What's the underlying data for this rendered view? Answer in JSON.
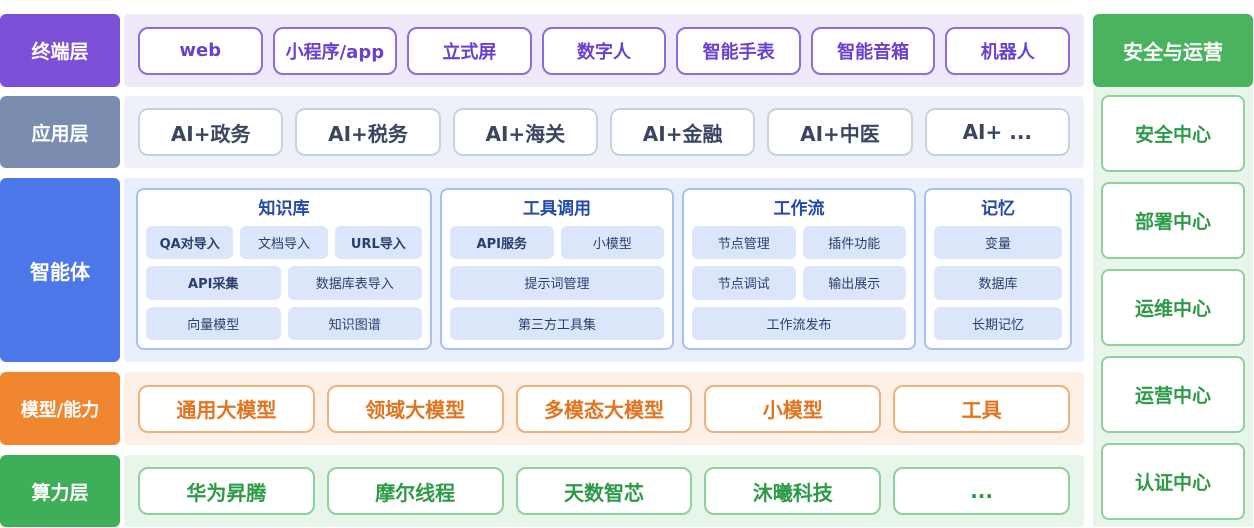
{
  "layers": {
    "terminal": {
      "label": "终端层",
      "items": [
        "web",
        "小程序/app",
        "立式屏",
        "数字人",
        "智能手表",
        "智能音箱",
        "机器人"
      ]
    },
    "application": {
      "label": "应用层",
      "items": [
        "AI+政务",
        "AI+税务",
        "AI+海关",
        "AI+金融",
        "AI+中医",
        "AI+ ..."
      ]
    },
    "agent": {
      "label": "智能体",
      "knowledge_base": {
        "title": "知识库",
        "items": [
          "QA对导入",
          "文档导入",
          "URL导入",
          "API采集",
          "数据库表导入",
          "向量模型",
          "知识图谱"
        ]
      },
      "tool_call": {
        "title": "工具调用",
        "items": [
          "API服务",
          "小模型",
          "提示词管理",
          "第三方工具集"
        ]
      },
      "workflow": {
        "title": "工作流",
        "items": [
          "节点管理",
          "插件功能",
          "节点调试",
          "输出展示",
          "工作流发布"
        ]
      },
      "memory": {
        "title": "记忆",
        "items": [
          "变量",
          "数据库",
          "长期记忆"
        ]
      }
    },
    "model": {
      "label": "模型/能力",
      "items": [
        "通用大模型",
        "领域大模型",
        "多模态大模型",
        "小模型",
        "工具"
      ]
    },
    "compute": {
      "label": "算力层",
      "items": [
        "华为昇腾",
        "摩尔线程",
        "天数智芯",
        "沐曦科技",
        "..."
      ]
    }
  },
  "security_ops": {
    "title": "安全与运营",
    "items": [
      "安全中心",
      "部署中心",
      "运维中心",
      "运营中心",
      "认证中心"
    ]
  }
}
